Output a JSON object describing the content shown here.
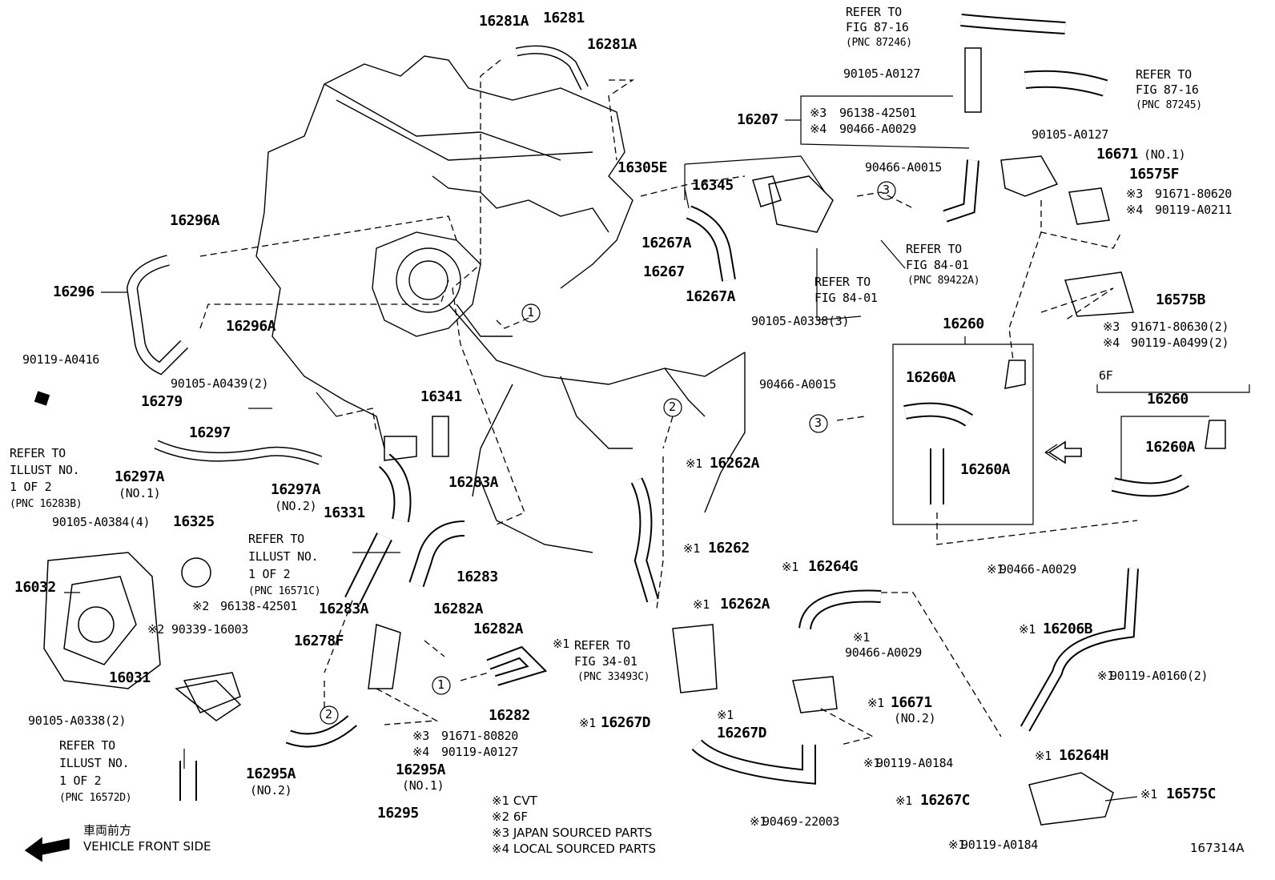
{
  "figure_id": "167314A",
  "parts": {
    "p16281A_a": "16281A",
    "p16281": "16281",
    "p16281A_b": "16281A",
    "p16296A_a": "16296A",
    "p16296": "16296",
    "p16296A_b": "16296A",
    "p16305E": "16305E",
    "p16345": "16345",
    "p16267A_a": "16267A",
    "p16267": "16267",
    "p16267A_b": "16267A",
    "p16207": "16207",
    "p90105_A0127_a": "90105-A0127",
    "p90105_A0127_b": "90105-A0127",
    "p96138_42501": "96138-42501",
    "p90466_A0029_a": "90466-A0029",
    "p90466_A0015_a": "90466-A0015",
    "p90105_A0338_3": "90105-A0338(3)",
    "p16671": "16671",
    "p16671_no1": "(NO.1)",
    "p16575F": "16575F",
    "p91671_80620": "91671-80620",
    "p90119_A0211": "90119-A0211",
    "p16575B": "16575B",
    "p91671_80630": "91671-80630(2)",
    "p90119_A0499": "90119-A0499(2)",
    "p16260_a": "16260",
    "p16260A_a": "16260A",
    "p16260A_b": "16260A",
    "p16260_b": "16260",
    "p16260A_c": "16260A",
    "label_6F": "6F",
    "p90466_A0015_b": "90466-A0015",
    "p90119_A0416": "90119-A0416",
    "p16279": "16279",
    "p90105_A0439": "90105-A0439(2)",
    "p16297": "16297",
    "p16297A_1": "16297A",
    "no1_a": "(NO.1)",
    "p16341": "16341",
    "p16297A_2": "16297A",
    "no2_a": "(NO.2)",
    "p16331": "16331",
    "p16283A_a": "16283A",
    "p16283": "16283",
    "p90105_A0384": "90105-A0384(4)",
    "p16325": "16325",
    "p16032": "16032",
    "p96138_42501_b": "96138-42501",
    "p16283A_b": "16283A",
    "p16282A_a": "16282A",
    "p16282A_b": "16282A",
    "p90339_16003": "90339-16003",
    "p16278F": "16278F",
    "p16282": "16282",
    "p16031": "16031",
    "p90105_A0338_2": "90105-A0338(2)",
    "p91671_80820": "91671-80820",
    "p90119_A0127": "90119-A0127",
    "p16295A_2": "16295A",
    "no2_b": "(NO.2)",
    "p16295A_1": "16295A",
    "no1_b": "(NO.1)",
    "p16295": "16295",
    "p16262A_a": "16262A",
    "p16262": "16262",
    "p16262A_b": "16262A",
    "p16267D_a": "16267D",
    "p16267D_b": "16267D",
    "p16264G": "16264G",
    "p90466_A0029_b": "90466-A0029",
    "p16671_b": "16671",
    "p16671_no2": "(NO.2)",
    "p90119_A0184_a": "90119-A0184",
    "p16267C": "16267C",
    "p90469_22003": "90469-22003",
    "p90466_A0029_c": "90466-A0029",
    "p16206B": "16206B",
    "p90119_A0160": "90119-A0160(2)",
    "p16264H": "16264H",
    "p16575C": "16575C",
    "p90119_A0184_b": "90119-A0184"
  },
  "marks": {
    "x1": "※1",
    "x2": "※2",
    "x3": "※3",
    "x4": "※4"
  },
  "circles": {
    "c1": "1",
    "c2": "2",
    "c3": "3"
  },
  "refers": {
    "r_8716_a": [
      "REFER TO",
      "FIG 87-16",
      "(PNC 87246)"
    ],
    "r_8716_b": [
      "REFER TO",
      "FIG 87-16",
      "(PNC 87245)"
    ],
    "r_8401_a": [
      "REFER TO",
      "FIG 84-01",
      "(PNC 89422A)"
    ],
    "r_8401_b": [
      "REFER TO",
      "FIG 84-01"
    ],
    "r_illust_a": [
      "REFER TO",
      "ILLUST NO.",
      "1 OF 2",
      "(PNC 16283B)"
    ],
    "r_illust_b": [
      "REFER TO",
      "ILLUST NO.",
      "1 OF 2",
      "(PNC 16571C)"
    ],
    "r_illust_c": [
      "REFER TO",
      "ILLUST NO.",
      "1 OF 2",
      "(PNC 16572D)"
    ],
    "r_3401": [
      "REFER TO",
      "FIG 34-01",
      "(PNC 33493C)"
    ]
  },
  "legend": {
    "l1": "※1 CVT",
    "l2": "※2 6F",
    "l3": "※3  JAPAN SOURCED PARTS",
    "l4": "※4  LOCAL SOURCED PARTS"
  },
  "front": {
    "jp": "車両前方",
    "en": "VEHICLE FRONT SIDE"
  }
}
